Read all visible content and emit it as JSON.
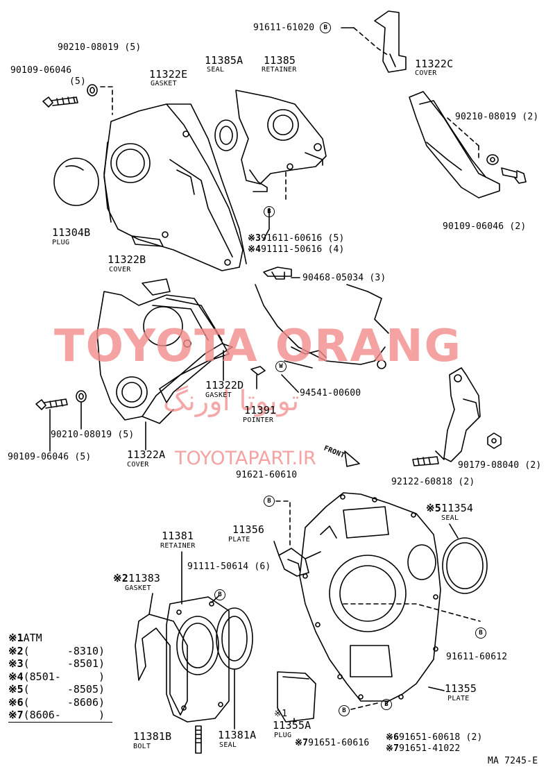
{
  "watermark": {
    "main": "TOYOTA ORANG",
    "arabic": "تويوتا اورنگ",
    "url": "TOYOTAPART.IR",
    "color": "#f28c8c"
  },
  "callouts": {
    "p91611_61020": "91611-61020",
    "p90210_08019_5_top": "90210-08019 (5)",
    "p90109_06046_top": "90109-06046",
    "p90109_06046_top_qty": "(5)",
    "p11322E": "11322E",
    "p11322E_desc": "GASKET",
    "p11385A": "11385A",
    "p11385A_desc": "SEAL",
    "p11385": "11385",
    "p11385_desc": "RETAINER",
    "p11322C": "11322C",
    "p11322C_desc": "COVER",
    "p90210_08019_2": "90210-08019 (2)",
    "p90109_06046_2": "90109-06046 (2)",
    "p11304B": "11304B",
    "p11304B_desc": "PLUG",
    "p11322B": "11322B",
    "p11322B_desc": "COVER",
    "p91611_60616": "91611-60616 (5)",
    "p91111_50616": "91111-50616 (4)",
    "p91611_60616_mark": "※3",
    "p91111_50616_mark": "※4",
    "p90468_05034": "90468-05034 (3)",
    "p11322D": "11322D",
    "p11322D_desc": "GASKET",
    "p94541_00600": "94541-00600",
    "p11391": "11391",
    "p11391_desc": "POINTER",
    "p90210_08019_5_mid": "90210-08019 (5)",
    "p90109_06046_5_mid": "90109-06046 (5)",
    "p11322A": "11322A",
    "p11322A_desc": "COVER",
    "p90179_08040": "90179-08040 (2)",
    "p92122_60818": "92122-60818 (2)",
    "front": "FRONT",
    "p91621_60610": "91621-60610",
    "p11354": "11354",
    "p11354_mark": "※5",
    "p11354_desc": "SEAL",
    "p11381": "11381",
    "p11381_desc": "RETAINER",
    "p11356": "11356",
    "p11356_desc": "PLATE",
    "p91111_50614": "91111-50614 (6)",
    "p11383": "11383",
    "p11383_mark": "※2",
    "p11383_desc": "GASKET",
    "p91611_60612": "91611-60612",
    "p11355": "11355",
    "p11355_desc": "PLATE",
    "p11355A_mark": "※1",
    "p11355A": "11355A",
    "p11355A_desc": "PLUG",
    "p91651_60616": "91651-60616",
    "p91651_60616_mark": "※7",
    "p91651_60618": "91651-60618 (2)",
    "p91651_60618_mark": "※6",
    "p91651_41022": "91651-41022",
    "p91651_41022_mark": "※7",
    "p11381B": "11381B",
    "p11381B_desc": "BOLT",
    "p11381A": "11381A",
    "p11381A_desc": "SEAL",
    "ref_code": "MA 7245-E",
    "circle_b": "B",
    "circle_w": "W"
  },
  "legend": [
    {
      "mark": "※1",
      "text": "ATM"
    },
    {
      "mark": "※2",
      "text": "(      -8310)"
    },
    {
      "mark": "※3",
      "text": "(      -8501)"
    },
    {
      "mark": "※4",
      "text": "(8501-      )"
    },
    {
      "mark": "※5",
      "text": "(      -8505)"
    },
    {
      "mark": "※6",
      "text": "(      -8606)"
    },
    {
      "mark": "※7",
      "text": "(8606-      )"
    }
  ]
}
